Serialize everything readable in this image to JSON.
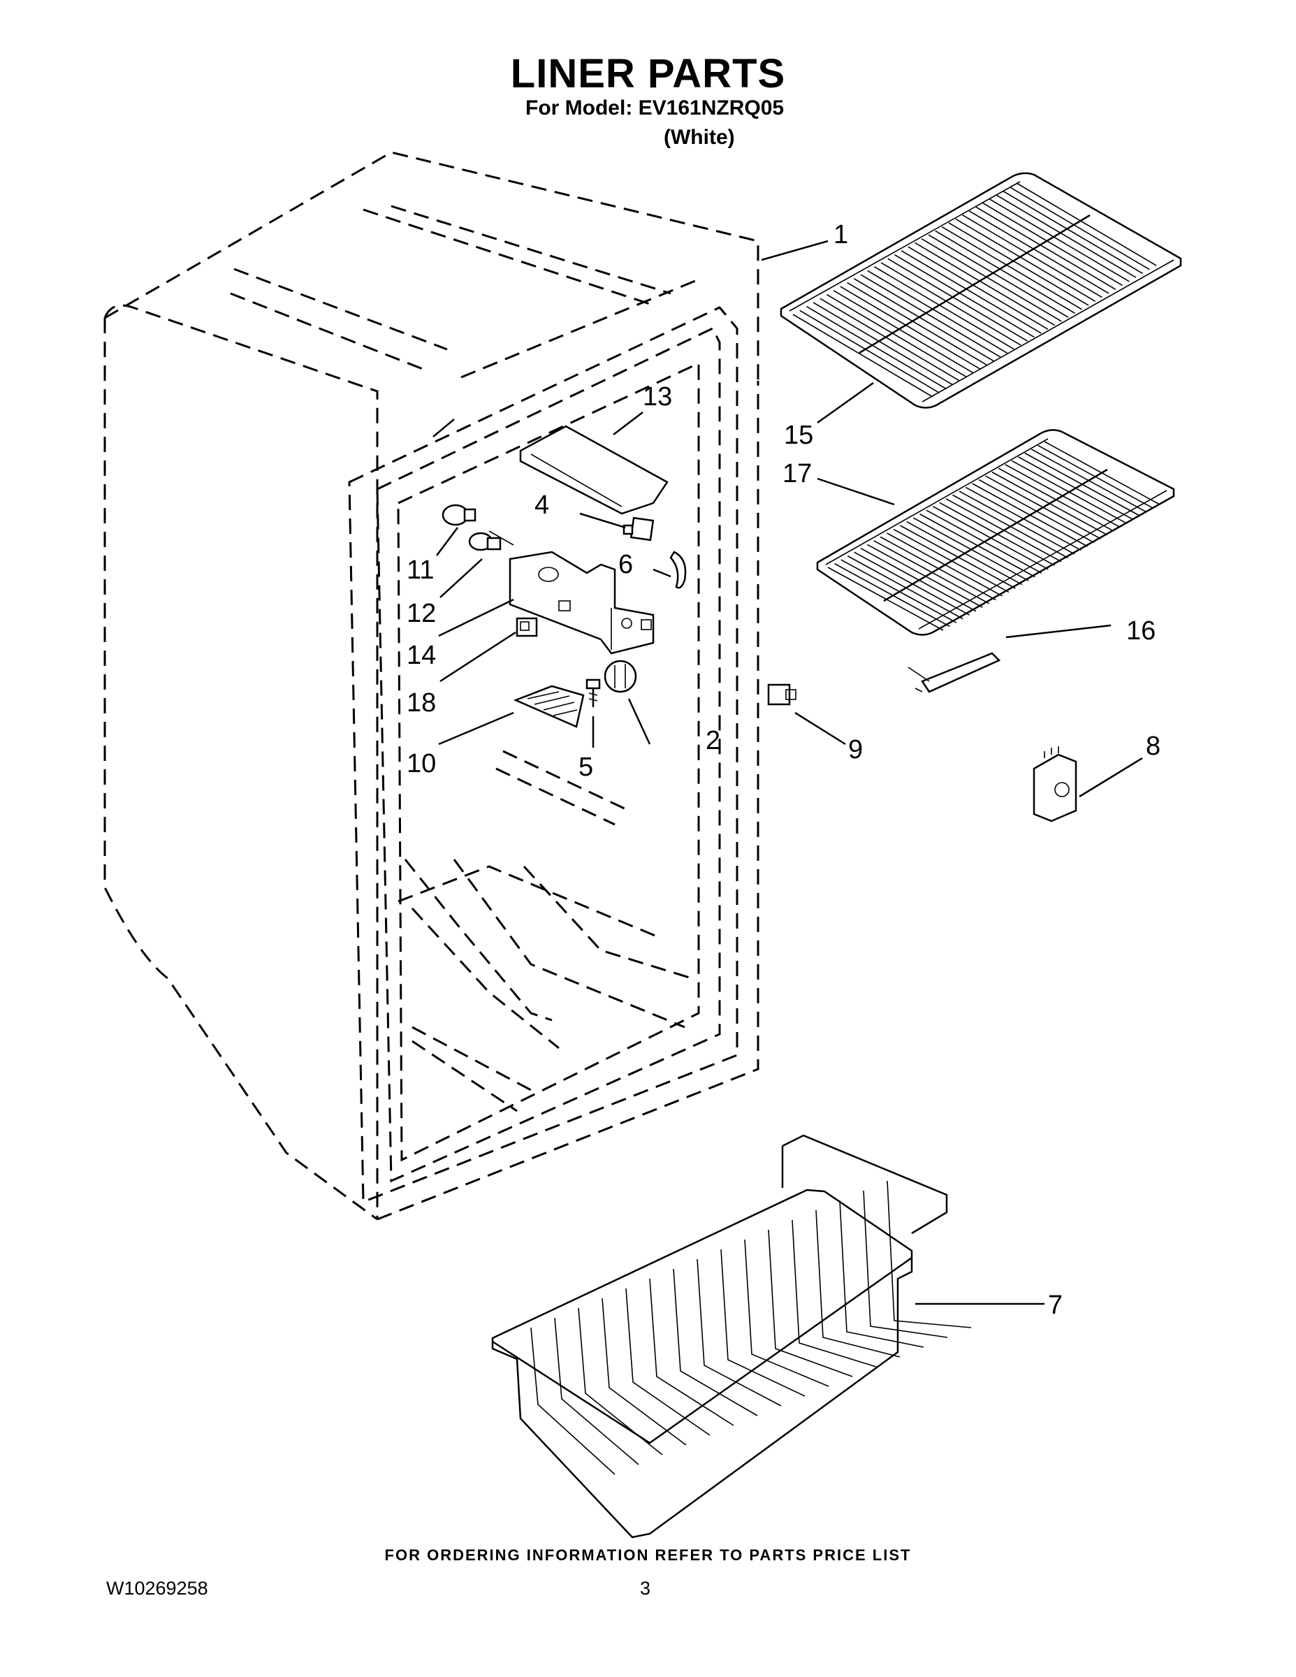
{
  "header": {
    "title": "LINER PARTS",
    "model_line": "For Model: EV161NZRQ05",
    "color_note": "(White)"
  },
  "callouts": [
    "1",
    "2",
    "4",
    "5",
    "6",
    "7",
    "8",
    "9",
    "10",
    "11",
    "12",
    "13",
    "14",
    "15",
    "16",
    "17",
    "18"
  ],
  "footer": {
    "ordering_note": "FOR ORDERING INFORMATION REFER TO PARTS PRICE LIST",
    "document_number": "W10269258",
    "page_number": "3"
  }
}
